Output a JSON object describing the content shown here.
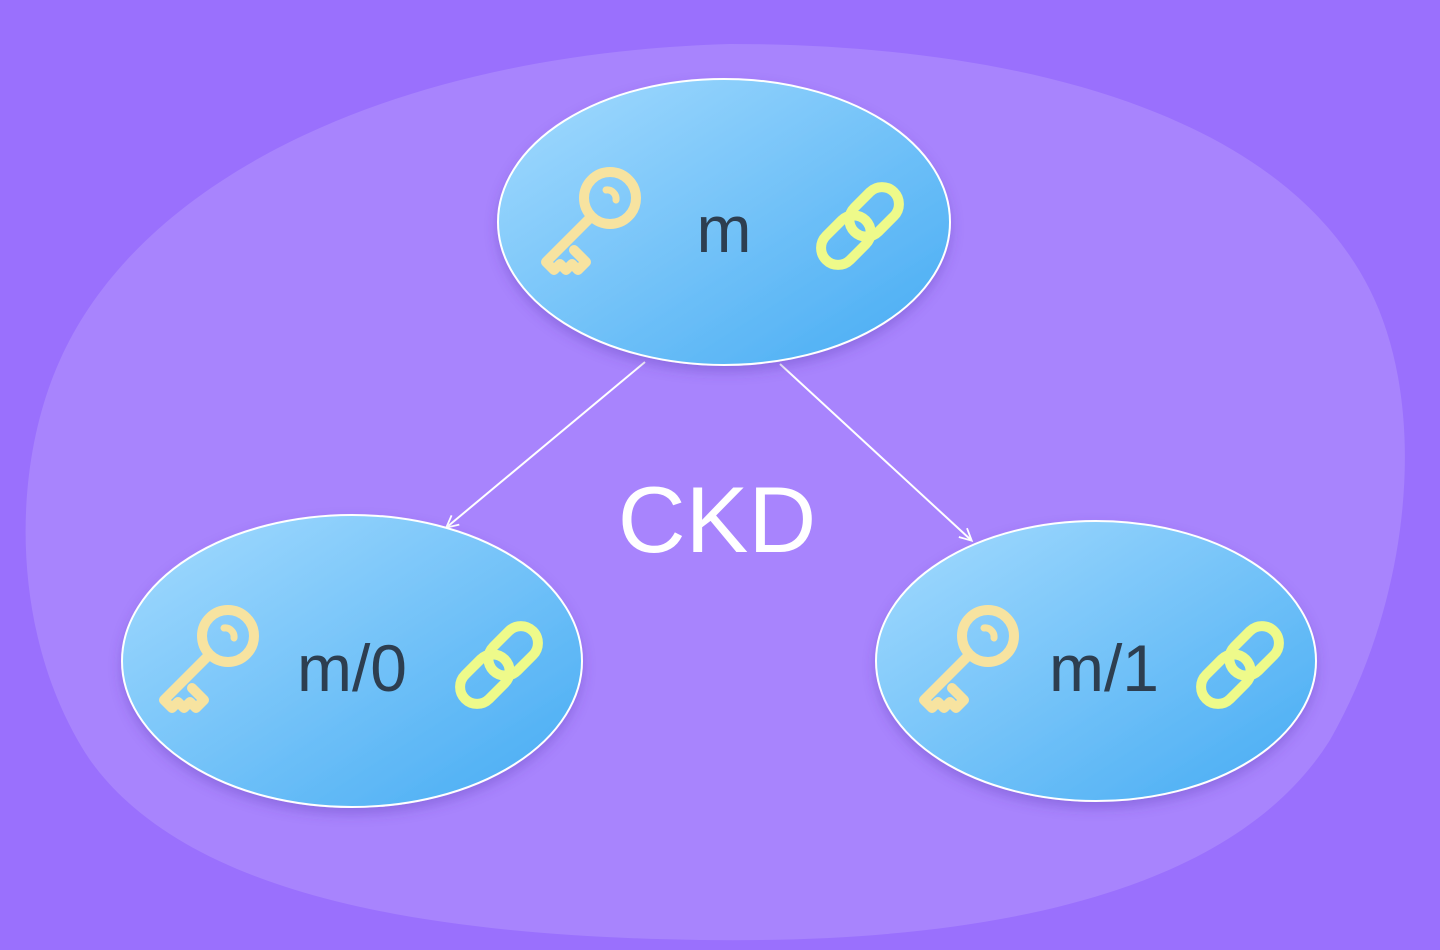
{
  "diagram": {
    "center_label": "CKD",
    "nodes": [
      {
        "id": "m",
        "label": "m",
        "icons": [
          "key-icon",
          "chain-link-icon"
        ]
      },
      {
        "id": "m0",
        "label": "m/0",
        "icons": [
          "key-icon",
          "chain-link-icon"
        ]
      },
      {
        "id": "m1",
        "label": "m/1",
        "icons": [
          "key-icon",
          "chain-link-icon"
        ]
      }
    ],
    "edges": [
      {
        "from": "m",
        "to": "m0"
      },
      {
        "from": "m",
        "to": "m1"
      }
    ]
  },
  "colors": {
    "background": "#9a70fd",
    "region": "#a884fd",
    "node_light": "#9bd6fd",
    "node_dark": "#4eb2f5",
    "key": "#f7e3a0",
    "chain": "#eefa8a",
    "edge": "#ffffff"
  }
}
